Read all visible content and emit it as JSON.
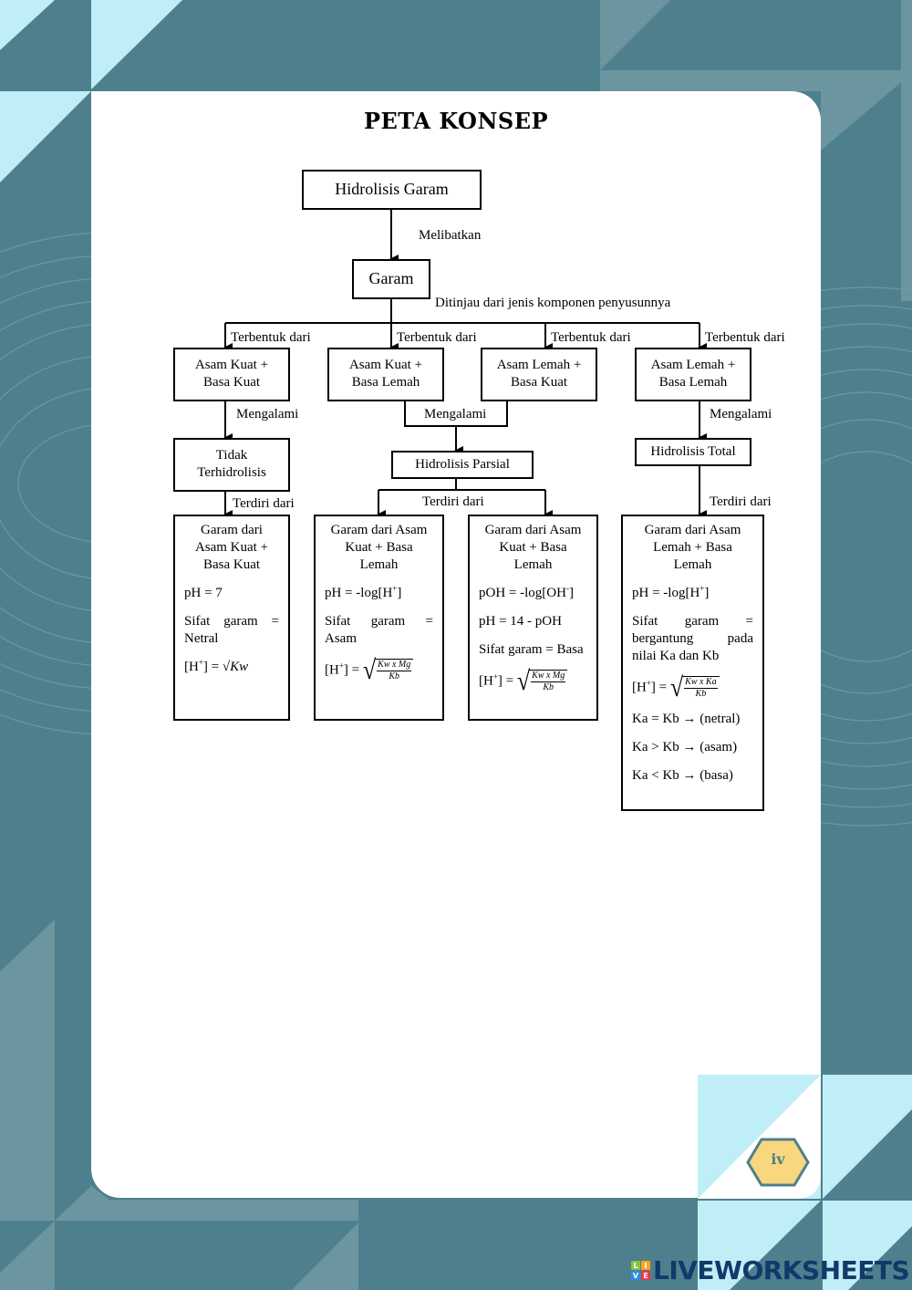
{
  "page": {
    "title": "PETA KONSEP",
    "page_number": "iv",
    "watermark": "LIVEWORKSHEETS",
    "watermark_logo_letters": [
      "L",
      "I",
      "V",
      "E"
    ],
    "colors": {
      "background_dark": "#4e7f8c",
      "background_mid": "#6b96a0",
      "background_light": "#bfeef6",
      "card": "#ffffff",
      "hexagon_fill": "#f9d77e",
      "hexagon_border": "#4e7f8c",
      "watermark": "#11396a"
    }
  },
  "diagram": {
    "root": "Hidrolisis Garam",
    "root_edge": "Melibatkan",
    "salt": "Garam",
    "salt_edge": "Ditinjau dari jenis komponen penyusunnya",
    "formed_from_label": "Terbentuk dari",
    "types": [
      {
        "line1": "Asam Kuat +",
        "line2": "Basa Kuat"
      },
      {
        "line1": "Asam Kuat +",
        "line2": "Basa Lemah"
      },
      {
        "line1": "Asam Lemah +",
        "line2": "Basa Kuat"
      },
      {
        "line1": "Asam Lemah +",
        "line2": "Basa Lemah"
      }
    ],
    "undergo_label": "Mengalami",
    "hydrolysis": [
      {
        "line1": "Tidak",
        "line2": "Terhidrolisis"
      },
      {
        "line1": "Hidrolisis Parsial"
      },
      {
        "line1": "Hidrolisis Total"
      }
    ],
    "consists_label": "Terdiri dari",
    "details": [
      {
        "head": [
          "Garam dari",
          "Asam Kuat +",
          "Basa Kuat"
        ],
        "ph": "pH = 7",
        "nature_a": "Sifat garam =",
        "nature_b": "Netral",
        "h_lhs": "[H",
        "h_rhs": "] = ",
        "h_formula": "√Kw"
      },
      {
        "head": [
          "Garam dari Asam",
          "Kuat + Basa",
          "Lemah"
        ],
        "ph_a": "pH = -log[H",
        "ph_b": "]",
        "nature_a": "Sifat garam =",
        "nature_b": "Asam",
        "h_lhs": "[H",
        "h_rhs": "] =",
        "frac_num": "Kw x Mg",
        "frac_den": "Kb"
      },
      {
        "head": [
          "Garam dari Asam",
          "Kuat + Basa",
          "Lemah"
        ],
        "poh_a": "pOH = -log[OH",
        "poh_b": "]",
        "ph": "pH = 14 - pOH",
        "nature": "Sifat garam = Basa",
        "h_lhs": "[H",
        "h_rhs": "] =",
        "frac_num": "Kw x Mg",
        "frac_den": "Kb"
      },
      {
        "head": [
          "Garam dari Asam",
          "Lemah + Basa",
          "Lemah"
        ],
        "ph_a": "pH = -log[H",
        "ph_b": "]",
        "nature_a": "Sifat garam =",
        "nature_b": "bergantung pada",
        "nature_c": "nilai Ka dan Kb",
        "h_lhs": "[H",
        "h_rhs": "] =",
        "frac_num": "Kw x Ka",
        "frac_den": "Kb",
        "rules": [
          "Ka = Kb → (netral)",
          "Ka > Kb → (asam)",
          "Ka < Kb → (basa)"
        ]
      }
    ],
    "superscript_plus": "+",
    "superscript_minus": "-"
  }
}
